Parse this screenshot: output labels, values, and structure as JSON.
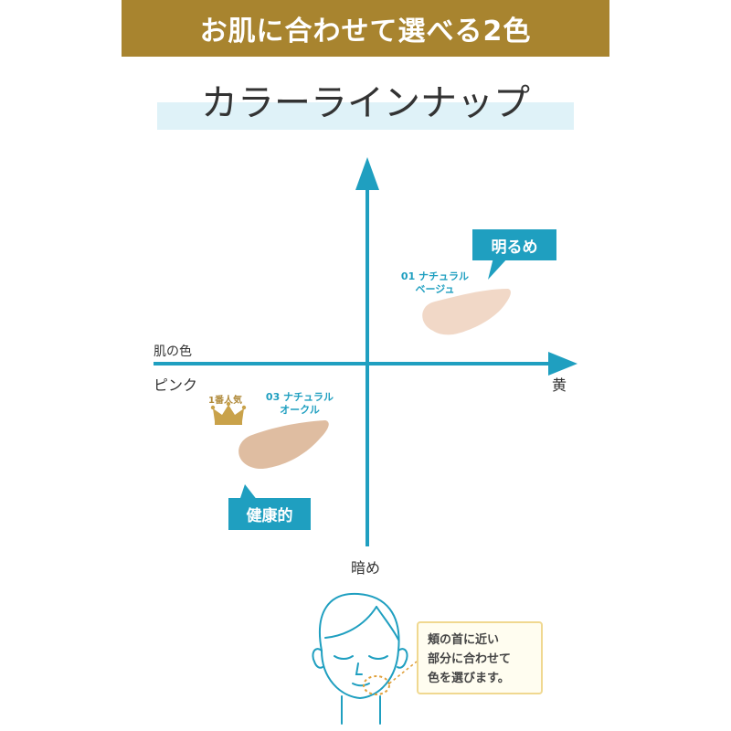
{
  "banner": {
    "text": "お肌に合わせて選べる2色"
  },
  "title": "カラーラインナップ",
  "axes": {
    "left_top": "肌の色",
    "left": "ピンク",
    "right": "黄",
    "bottom": "暗め"
  },
  "tags": {
    "bright": "明るめ",
    "healthy": "健康的"
  },
  "shades": [
    {
      "line1": "01 ナチュラル",
      "line2": "ベージュ",
      "color": "#f0d6c4"
    },
    {
      "line1": "03 ナチュラル",
      "line2": "オークル",
      "color": "#ddb99c"
    }
  ],
  "popular": "1番人気",
  "note": {
    "lines": [
      "頬の首に近い",
      "部分に合わせて",
      "色を選びます。"
    ]
  },
  "colors": {
    "banner": "#a8842f",
    "accent": "#1f9fc0",
    "title_band": "#dff2f8",
    "gold": "#c9a24a"
  }
}
